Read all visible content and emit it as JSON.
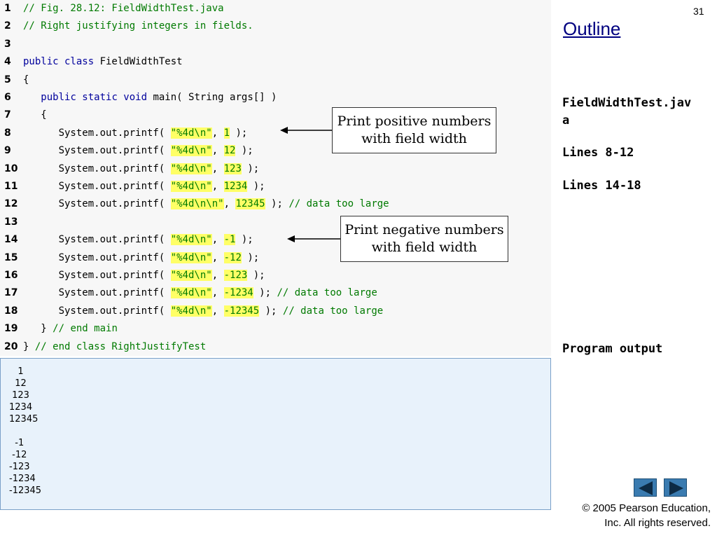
{
  "slide": {
    "number": "31",
    "outline_title": "Outline",
    "file_label_line1": "FieldWidthTest.jav",
    "file_label_line2": "a",
    "lines_ref_1": "Lines 8-12",
    "lines_ref_2": "Lines 14-18",
    "program_output_label": "Program output",
    "copyright_line1": "© 2005 Pearson Education,",
    "copyright_line2": "Inc.  All rights reserved."
  },
  "code": {
    "lines": [
      {
        "n": "1",
        "segments": [
          {
            "t": "// Fig. 28.12: FieldWidthTest.java",
            "c": "cm"
          }
        ]
      },
      {
        "n": "2",
        "segments": [
          {
            "t": "// Right justifying integers in fields.",
            "c": "cm"
          }
        ]
      },
      {
        "n": "3",
        "segments": []
      },
      {
        "n": "4",
        "segments": [
          {
            "t": "public class ",
            "c": "kw"
          },
          {
            "t": "FieldWidthTest",
            "c": ""
          }
        ]
      },
      {
        "n": "5",
        "segments": [
          {
            "t": "{",
            "c": ""
          }
        ]
      },
      {
        "n": "6",
        "segments": [
          {
            "t": "   ",
            "c": ""
          },
          {
            "t": "public static void ",
            "c": "kw"
          },
          {
            "t": "main( String args[] )",
            "c": ""
          }
        ]
      },
      {
        "n": "7",
        "segments": [
          {
            "t": "   {",
            "c": ""
          }
        ]
      },
      {
        "n": "8",
        "segments": [
          {
            "t": "      System.out.printf( ",
            "c": ""
          },
          {
            "t": "\"%4d\\n\"",
            "c": "hl"
          },
          {
            "t": ", ",
            "c": ""
          },
          {
            "t": "1",
            "c": "hl-num"
          },
          {
            "t": " );",
            "c": ""
          }
        ]
      },
      {
        "n": "9",
        "segments": [
          {
            "t": "      System.out.printf( ",
            "c": ""
          },
          {
            "t": "\"%4d\\n\"",
            "c": "hl"
          },
          {
            "t": ", ",
            "c": ""
          },
          {
            "t": "12",
            "c": "hl-num"
          },
          {
            "t": " );",
            "c": ""
          }
        ]
      },
      {
        "n": "10",
        "segments": [
          {
            "t": "      System.out.printf( ",
            "c": ""
          },
          {
            "t": "\"%4d\\n\"",
            "c": "hl"
          },
          {
            "t": ", ",
            "c": ""
          },
          {
            "t": "123",
            "c": "hl-num"
          },
          {
            "t": " );",
            "c": ""
          }
        ]
      },
      {
        "n": "11",
        "segments": [
          {
            "t": "      System.out.printf( ",
            "c": ""
          },
          {
            "t": "\"%4d\\n\"",
            "c": "hl"
          },
          {
            "t": ", ",
            "c": ""
          },
          {
            "t": "1234",
            "c": "hl-num"
          },
          {
            "t": " );",
            "c": ""
          }
        ]
      },
      {
        "n": "12",
        "segments": [
          {
            "t": "      System.out.printf( ",
            "c": ""
          },
          {
            "t": "\"%4d\\n\\n\"",
            "c": "hl"
          },
          {
            "t": ", ",
            "c": ""
          },
          {
            "t": "12345",
            "c": "hl-num"
          },
          {
            "t": " ); ",
            "c": ""
          },
          {
            "t": "// data too large",
            "c": "cm"
          }
        ]
      },
      {
        "n": "13",
        "segments": []
      },
      {
        "n": "14",
        "segments": [
          {
            "t": "      System.out.printf( ",
            "c": ""
          },
          {
            "t": "\"%4d\\n\"",
            "c": "hl"
          },
          {
            "t": ", ",
            "c": ""
          },
          {
            "t": "-1",
            "c": "hl-num"
          },
          {
            "t": " );",
            "c": ""
          }
        ]
      },
      {
        "n": "15",
        "segments": [
          {
            "t": "      System.out.printf( ",
            "c": ""
          },
          {
            "t": "\"%4d\\n\"",
            "c": "hl"
          },
          {
            "t": ", ",
            "c": ""
          },
          {
            "t": "-12",
            "c": "hl-num"
          },
          {
            "t": " );",
            "c": ""
          }
        ]
      },
      {
        "n": "16",
        "segments": [
          {
            "t": "      System.out.printf( ",
            "c": ""
          },
          {
            "t": "\"%4d\\n\"",
            "c": "hl"
          },
          {
            "t": ", ",
            "c": ""
          },
          {
            "t": "-123",
            "c": "hl-num"
          },
          {
            "t": " );",
            "c": ""
          }
        ]
      },
      {
        "n": "17",
        "segments": [
          {
            "t": "      System.out.printf( ",
            "c": ""
          },
          {
            "t": "\"%4d\\n\"",
            "c": "hl"
          },
          {
            "t": ", ",
            "c": ""
          },
          {
            "t": "-1234",
            "c": "hl-num"
          },
          {
            "t": " ); ",
            "c": ""
          },
          {
            "t": "// data too large",
            "c": "cm"
          }
        ]
      },
      {
        "n": "18",
        "segments": [
          {
            "t": "      System.out.printf( ",
            "c": ""
          },
          {
            "t": "\"%4d\\n\"",
            "c": "hl"
          },
          {
            "t": ", ",
            "c": ""
          },
          {
            "t": "-12345",
            "c": "hl-num"
          },
          {
            "t": " ); ",
            "c": ""
          },
          {
            "t": "// data too large",
            "c": "cm"
          }
        ]
      },
      {
        "n": "19",
        "segments": [
          {
            "t": "   } ",
            "c": ""
          },
          {
            "t": "// end main",
            "c": "cm"
          }
        ]
      },
      {
        "n": "20",
        "segments": [
          {
            "t": "} ",
            "c": ""
          },
          {
            "t": "// end class RightJustifyTest",
            "c": "cm"
          }
        ]
      }
    ]
  },
  "output": {
    "lines": [
      "   1",
      "  12",
      " 123",
      "1234",
      "12345",
      "",
      "  -1",
      " -12",
      "-123",
      "-1234",
      "-12345"
    ]
  },
  "callouts": {
    "positive_line1": "Print positive numbers",
    "positive_line2": "with field width",
    "negative_line1": "Print negative numbers",
    "negative_line2": "with field width"
  },
  "icons": {
    "prev": "arrow-left-icon",
    "next": "arrow-right-icon"
  },
  "colors": {
    "keyword": "#00009c",
    "comment": "#007a00",
    "highlight": "#ffff66",
    "nav_button": "#3a7bb0"
  }
}
